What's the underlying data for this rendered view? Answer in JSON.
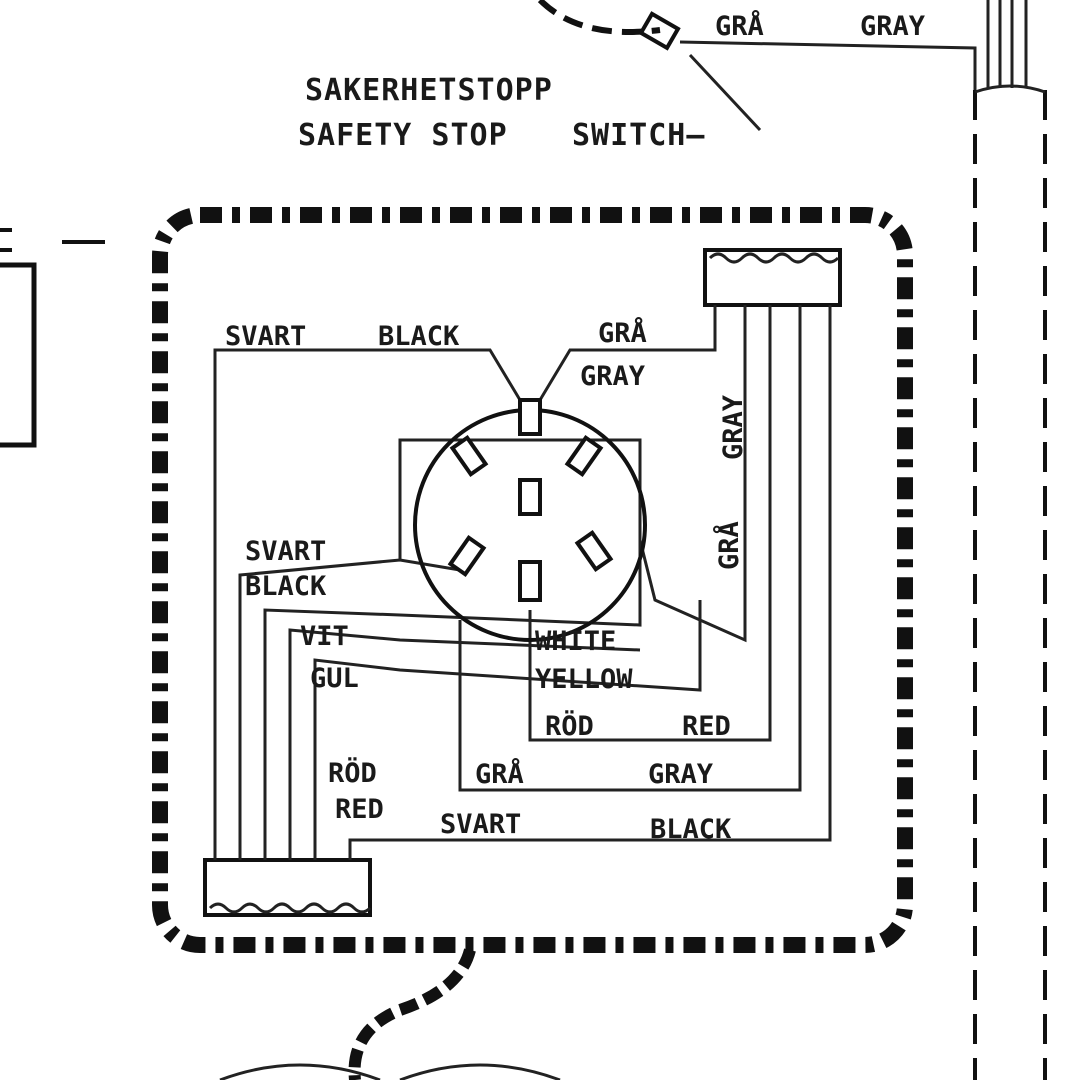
{
  "title": {
    "swedish": "SAKERHETSTOPP",
    "english": "SAFETY STOP",
    "switch": "SWITCH—"
  },
  "top_wire": {
    "sv": "GRÅ",
    "en": "GRAY"
  },
  "labels": {
    "top_black_sv": "SVART",
    "top_black_en": "BLACK",
    "top_gray_sv": "GRÅ",
    "top_gray_en": "GRAY",
    "vert_gray_en": "GRAY",
    "vert_gray_sv": "GRÅ",
    "left_black_sv": "SVART",
    "left_black_en": "BLACK",
    "white_sv": "VIT",
    "yellow_sv": "GUL",
    "white_en": "WHITE",
    "yellow_en": "YELLOW",
    "red_sv_mid": "RÖD",
    "red_en_mid": "RED",
    "red_sv_left": "RÖD",
    "red_en_left": "RED",
    "gray_sv_bottom": "GRÅ",
    "gray_en_bottom": "GRAY",
    "black_sv_bottom": "SVART",
    "black_en_bottom": "BLACK"
  },
  "colors": {
    "ink": "#1a1a1a",
    "paper": "#ffffff"
  }
}
